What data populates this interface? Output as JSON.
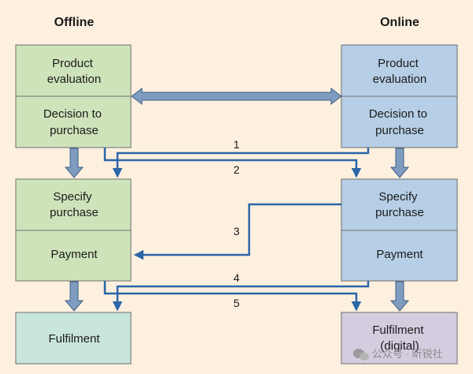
{
  "headers": {
    "offline": "Offline",
    "online": "Online"
  },
  "offline": {
    "product_evaluation": [
      "Product",
      "evaluation"
    ],
    "decision_to_purchase": [
      "Decision to",
      "purchase"
    ],
    "specify_purchase": [
      "Specify",
      "purchase"
    ],
    "payment": [
      "Payment"
    ],
    "fulfilment": [
      "Fulfilment"
    ]
  },
  "online": {
    "product_evaluation": [
      "Product",
      "evaluation"
    ],
    "decision_to_purchase": [
      "Decision to",
      "purchase"
    ],
    "specify_purchase": [
      "Specify",
      "purchase"
    ],
    "payment": [
      "Payment"
    ],
    "fulfilment": [
      "Fulfilment",
      "(digital)"
    ]
  },
  "paths": [
    "1",
    "2",
    "3",
    "4",
    "5"
  ],
  "watermark": "公众号 · 昕锐社",
  "colors": {
    "background": "#fdf0df",
    "offline_fill": "#cfe3bb",
    "online_fill": "#b6cfe6",
    "offline_fulfilment_fill": "#c9e6dc",
    "online_fulfilment_fill": "#d6cce0",
    "connector_line": "#2a66a8",
    "down_arrow": "#7f9cc0"
  },
  "icons": [
    "wechat-icon"
  ]
}
